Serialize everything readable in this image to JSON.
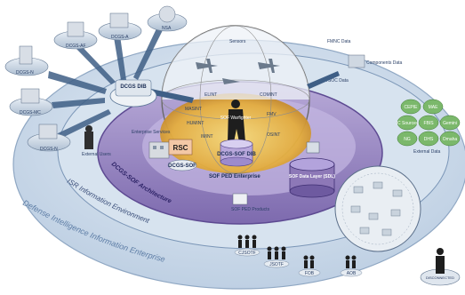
{
  "diagram": {
    "rings": {
      "outer": "Defense Intelligence Information Enterprise",
      "middle": "ISR Information Environment",
      "inner": "DCGS-SOF Architecture"
    },
    "left_nodes": [
      "DCGS-N",
      "DCGS-MC",
      "DCGS-AF",
      "DCGS-A",
      "NSA",
      "DCGS-N"
    ],
    "dib": "DCGS DIB",
    "external_users": "External Users",
    "enterprise_services": "Enterprise Services",
    "rsc": "RSC",
    "dcgs_sof_box": "DCGS-SOF",
    "sphere_sensors": "Sensors",
    "sphere_labels": [
      "ELINT",
      "COMINT",
      "MASINT",
      "HUMINT",
      "IMINT",
      "FMV",
      "OSINT"
    ],
    "center_figure": "SOF Warfighter",
    "center_dib": "DCGS-SOF DIB",
    "ped": "SOF PED Enterprise",
    "ped_products": "SOF PED Products",
    "data_layer": "SOF Data Layer (SDL)",
    "top_right": [
      "FMNC Data",
      "Components Data",
      "TSOC Data"
    ],
    "external_data": {
      "title": "External Data",
      "cells": [
        "CEPIE",
        "MAE",
        "IC Sources",
        "FBIS",
        "Gemini",
        "NG",
        "DHS",
        "Omaha"
      ]
    },
    "bottom_nodes": [
      "CJSOTF",
      "JSOTF",
      "FOB",
      "AOB"
    ],
    "disconnected": "DISCONNECTED"
  },
  "colors": {
    "outer_ring": "#c9d9ea",
    "middle_ring": "#d6e2ee",
    "purple_ring": "#a595c9",
    "sphere_gold": "#e7b84b",
    "data_layer": "#8d78b7",
    "green_cells": "#7bb86b",
    "arrow": "#3f5f86",
    "text_dark": "#1b2d55"
  }
}
